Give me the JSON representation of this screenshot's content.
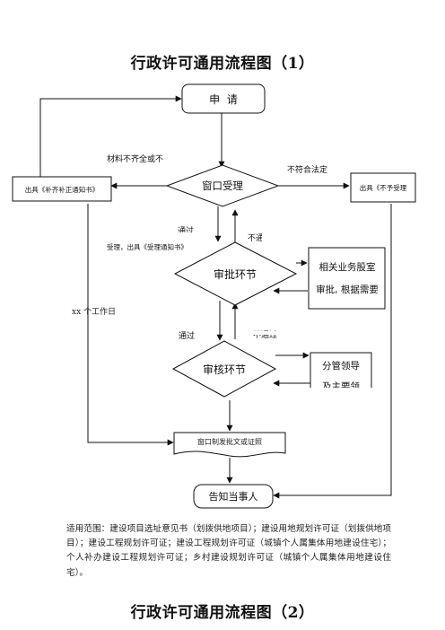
{
  "title1": "行政许可通用流程图（1）",
  "title2": "行政许可通用流程图（2）",
  "nodes": {
    "apply": "申  请",
    "window_accept": "窗口受理",
    "approve": "审批环节",
    "review": "审核环节",
    "window_issue": "窗口制发批文或证照",
    "notify": "告知当事人",
    "supplement_notice": "出具《补齐补正通知书》",
    "reject_notice": "出具《不予受理",
    "dept_line1": "相关业务股室",
    "dept_line2": "审批, 根据需要",
    "leader_line1": "分管领导",
    "leader_line2": "及主要领"
  },
  "labels": {
    "materials_incomplete": "材料不齐全或不",
    "not_legal": "不符合法定",
    "pass1": "通过",
    "not_pass1": "不通",
    "accept_notice": "受理，出具《受理通知书》",
    "workdays": "xx 个工作日",
    "pass2": "通过",
    "not_pass2": "不通过"
  },
  "scope_text": "适用范围：建设项目选址意见书（划拨供地项目）；建设用地规划许可证（划拨供地项目）；建设工程规划许可证；建设工程规划许可证（城镇个人属集体用地建设住宅）；个人补办建设工程规划许可证；乡村建设规划许可证（城镇个人属集体用地建设住宅）。"
}
